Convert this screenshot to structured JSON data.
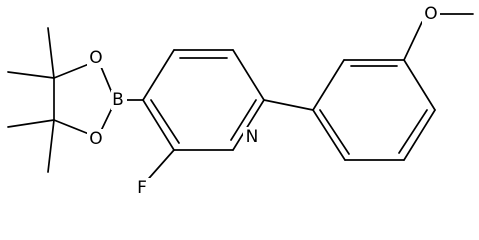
{
  "atoms": {
    "O_methoxy": "O",
    "N_pyridine": "N",
    "F": "F",
    "B": "B",
    "O_ring_top": "O",
    "O_ring_bottom": "O"
  }
}
